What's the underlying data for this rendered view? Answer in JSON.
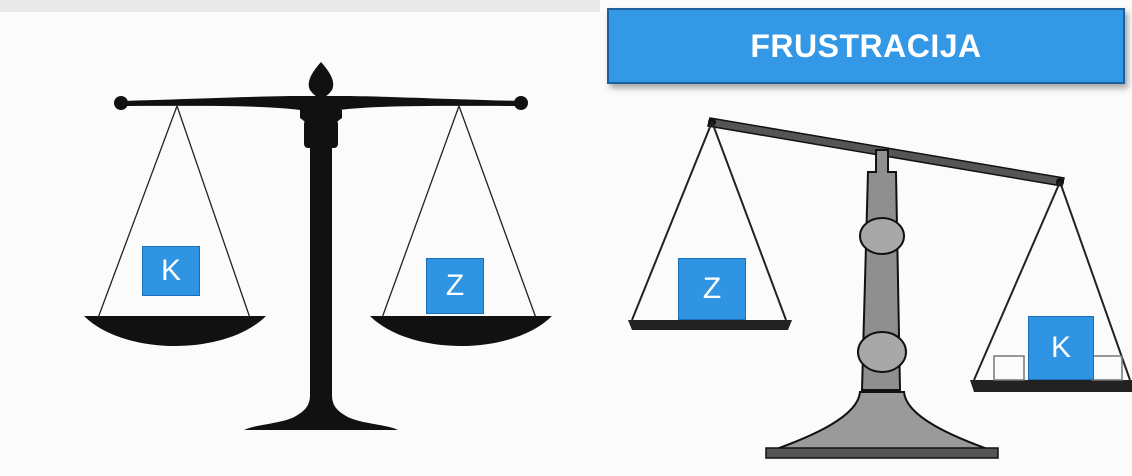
{
  "title": "FRUSTRACIJA",
  "balanced_scale": {
    "left_pan_label": "K",
    "right_pan_label": "Z"
  },
  "tilted_scale": {
    "left_pan_label": "Z",
    "right_pan_label": "K"
  },
  "colors": {
    "banner_fill": "#3399e6",
    "label_fill": "#2f95e3",
    "scale_black": "#111111",
    "scale_gray": "#9a9a9a"
  }
}
